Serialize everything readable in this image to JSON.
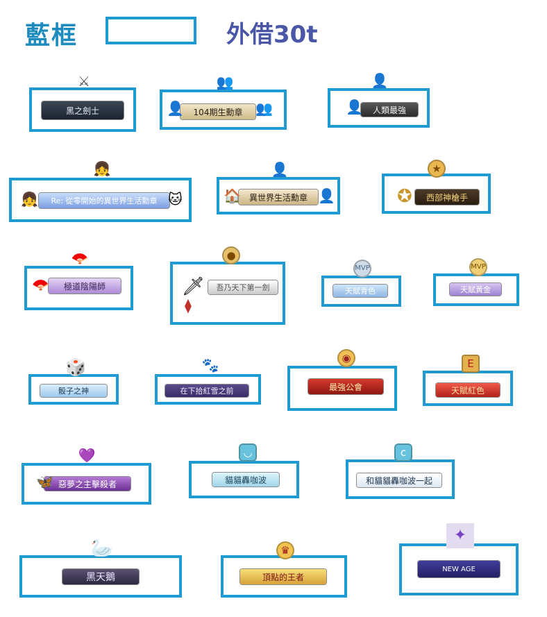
{
  "legend": {
    "label": "藍框",
    "note": "外借30t"
  },
  "medals": [
    {
      "id": "black-swordsman",
      "label": "黑之劍士"
    },
    {
      "id": "104th-corps",
      "label": "104期生勳章"
    },
    {
      "id": "humanity-strongest",
      "label": "人類最強"
    },
    {
      "id": "rezero",
      "label": "Re: 從零開始的異世界生活勳章"
    },
    {
      "id": "isekai-life",
      "label": "異世界生活勳章"
    },
    {
      "id": "western-gunslinger",
      "label": "西部神槍手"
    },
    {
      "id": "onmyoji",
      "label": "極道陰陽師"
    },
    {
      "id": "first-sword",
      "label": "吾乃天下第一劍"
    },
    {
      "id": "gift-blue",
      "label": "天賦青色"
    },
    {
      "id": "gift-gold",
      "label": "天賦黃金"
    },
    {
      "id": "dice-god",
      "label": "骰子之神"
    },
    {
      "id": "red-snow",
      "label": "在下拾紅雪之前"
    },
    {
      "id": "strongest-guild",
      "label": "最強公會"
    },
    {
      "id": "gift-red",
      "label": "天賦紅色"
    },
    {
      "id": "nightmare-killer",
      "label": "惡夢之主擊殺者"
    },
    {
      "id": "kupo",
      "label": "貓貓轟咖波"
    },
    {
      "id": "with-kupo",
      "label": "和貓貓轟咖波一起"
    },
    {
      "id": "black-swan",
      "label": "黑天鵝"
    },
    {
      "id": "peak-king",
      "label": "頂點的王者"
    },
    {
      "id": "new-age",
      "label": "NEW AGE"
    }
  ],
  "colors": {
    "frame": "#1f9ad3",
    "legend_label": "#1e8bbf",
    "legend_note": "#4957a6"
  }
}
